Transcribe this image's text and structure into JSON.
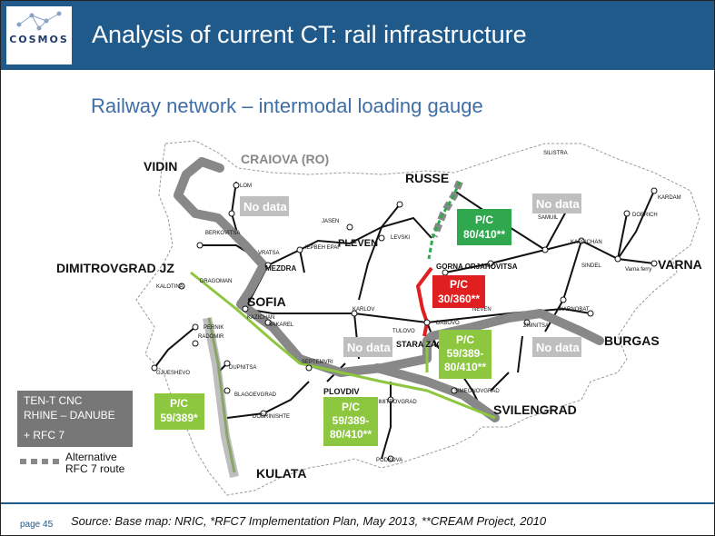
{
  "header": {
    "logo": "COSMOS",
    "title": "Analysis of current CT: rail infrastructure"
  },
  "subtitle": "Railway network – intermodal loading gauge",
  "map": {
    "major_cities": [
      "VIDIN",
      "CRAIOVA (RO)",
      "RUSSE",
      "DIMITROVGRAD JZ",
      "SOFIA",
      "VARNA",
      "BURGAS",
      "SVILENGRAD",
      "KULATA",
      "PLEVEN",
      "GORNA ORJAHOVITSA",
      "PLOVDIV",
      "STARA ZAGORA"
    ],
    "minor_stations": [
      "LOM",
      "SILISTRA",
      "KARDAM",
      "DOBRICH",
      "SAMUIL",
      "KASPICHAN",
      "SINDEL",
      "Varna ferry",
      "JASEN",
      "LEVSKI",
      "IEPBEH EPAF",
      "BERKOVITSA",
      "VRATSA",
      "MEZDRA",
      "KALOTINA",
      "DRAGOMAN",
      "KARLOV",
      "TULOVO",
      "DABOVO",
      "NEVEN",
      "KARNOBAT",
      "ZIMNITSA",
      "KAZICHAN",
      "VAKAREL",
      "PERNIK",
      "RADOMIR",
      "DUPNITSA",
      "GJUESHEVO",
      "BLAGOEVGRAD",
      "DOBRINISHTE",
      "SEPTEMVRI",
      "DIMITROVGRAD",
      "SIMEONOVGRAD",
      "PODKOVA"
    ],
    "no_data_labels": [
      "No data",
      "No data",
      "No data",
      "No data"
    ],
    "gauge_labels": [
      {
        "line1": "P/C",
        "line2": "80/410**",
        "color": "#2fa84f"
      },
      {
        "line1": "P/C",
        "line2": "30/360**",
        "color": "#e02020"
      },
      {
        "line1": "P/C",
        "line2": "59/389-",
        "line3": "80/410**",
        "color": "#8dc63f"
      },
      {
        "line1": "P/C",
        "line2": "59/389*",
        "color": "#8dc63f"
      },
      {
        "line1": "P/C",
        "line2": "59/389-",
        "line3": "80/410**",
        "color": "#8dc63f"
      }
    ]
  },
  "legend": {
    "ten_t_line1": "TEN-T CNC",
    "ten_t_line2": "RHINE – DANUBE",
    "rfc7": "+ RFC 7",
    "alt_line1": "Alternative",
    "alt_line2": "RFC 7 route"
  },
  "footer": {
    "page": "page 45",
    "source": "Source: Base map: NRIC, *RFC7 Implementation Plan, May 2013, **CREAM Project, 2010"
  }
}
